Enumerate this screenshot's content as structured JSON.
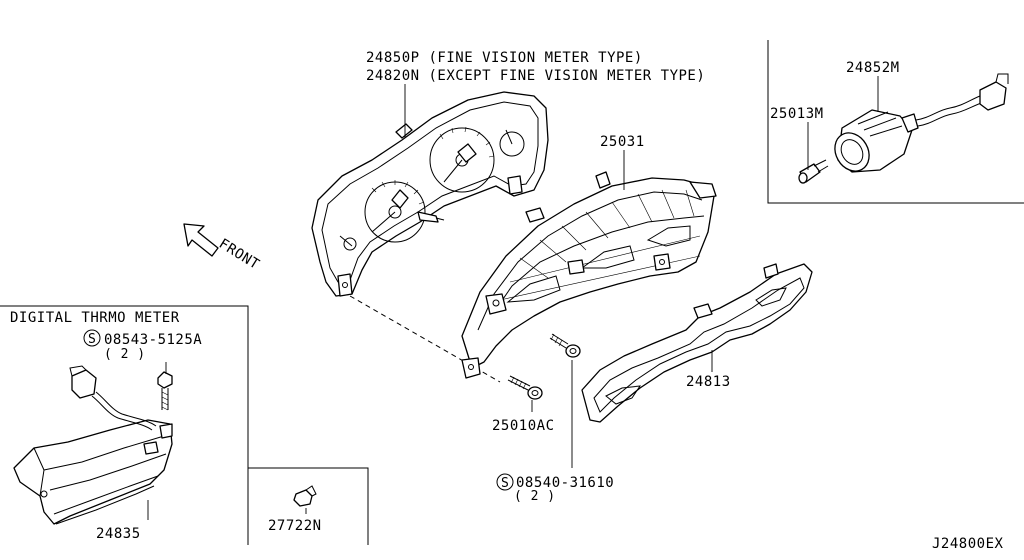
{
  "labels": {
    "p24850p": "24850P (FINE VISION METER TYPE)",
    "p24820n": "24820N (EXCEPT FINE VISION METER TYPE)",
    "p25031": "25031",
    "p24852m": "24852M",
    "p25013m": "25013M",
    "front": "FRONT",
    "section_title": "DIGITAL THRMO METER",
    "s08543": "08543-5125A",
    "qty1": "( 2 )",
    "p24835": "24835",
    "p27722n": "27722N",
    "p25010ac": "25010AC",
    "s08540": "08540-31610",
    "qty2": "( 2 )",
    "p24813": "24813",
    "diagram_code": "J24800EX",
    "s_symbol": "S"
  }
}
